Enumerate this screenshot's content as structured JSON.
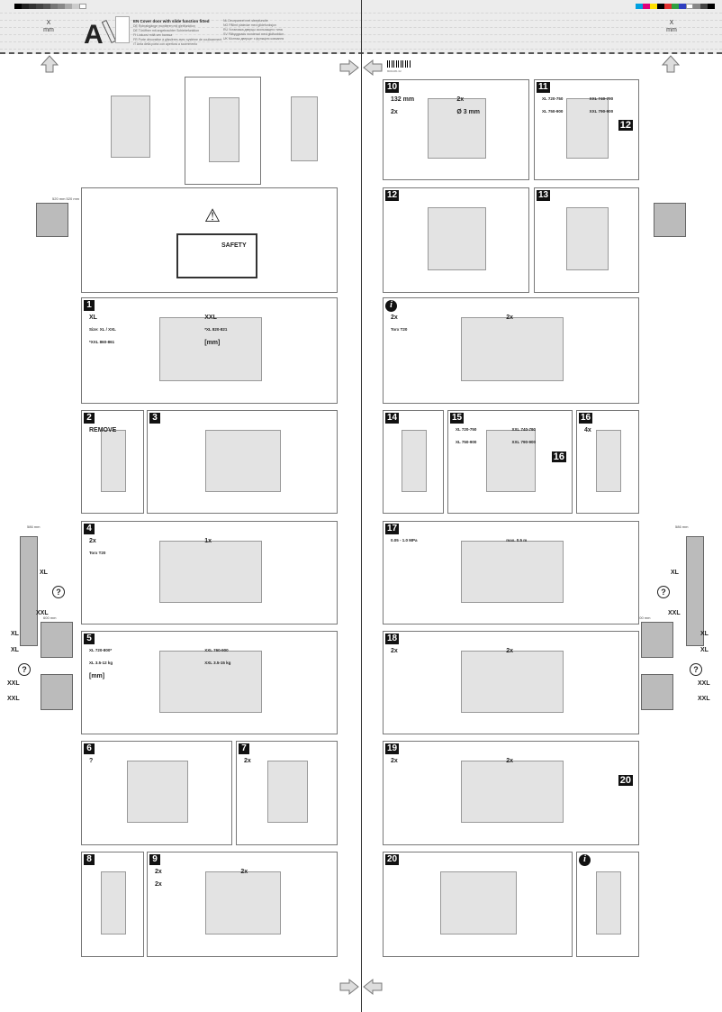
{
  "header": {
    "letter": "A",
    "title": "EN Cover door with slide function fitted",
    "languages_left": [
      "DE Rohrabgänge montieren mit gleitfunktion",
      "DE Türöffner mit angebrachter Schiebefunktion",
      "FI Liukuovi mitä sen kanssa",
      "FR Porte décorative à glissières avec système de coulissement",
      "IT Anta della porta con apertura a scorrimento"
    ],
    "languages_right": [
      "NL Deurpaneel met sleepfunctie",
      "NO Pålimt platedør med glidefunksjon",
      "RU Установка дверцы скользящего типа",
      "SV Påbyggnads monterad med glidfunktion",
      "UK Монтаж дверцят з функцією ковзання"
    ],
    "measure_x": "X",
    "measure_unit": "mm",
    "barcode_number": "8001081 02"
  },
  "colors": {
    "accent": "#111111",
    "panel_border": "#777777",
    "header_bg": "#ececec"
  },
  "safety": {
    "label": "SAFETY"
  },
  "left_side": {
    "dim_top": "520 mm 520 mm",
    "dim_mid": "586 mm",
    "dim_low": "600 mm",
    "xl": "XL",
    "xxl": "XXL",
    "q": "?"
  },
  "right_side": {
    "dim_mid": "586 mm",
    "dim_low": "600 mm",
    "xl": "XL",
    "xxl": "XXL",
    "q": "?"
  },
  "panels": [
    {
      "id": "tools",
      "step": "",
      "labels": []
    },
    {
      "id": "door",
      "step": "",
      "labels": []
    },
    {
      "id": "parts",
      "step": "",
      "labels": []
    },
    {
      "id": "safety",
      "step": "",
      "labels": []
    },
    {
      "id": "1",
      "step": "1",
      "labels": [
        "XL",
        "XXL",
        "Size: XL / XXL",
        "*XL 820-821",
        "*XXL 860-861",
        "[mm]"
      ]
    },
    {
      "id": "2",
      "step": "2",
      "labels": [
        "REMOVE"
      ]
    },
    {
      "id": "3",
      "step": "3",
      "labels": []
    },
    {
      "id": "4",
      "step": "4",
      "labels": [
        "2x",
        "1x",
        "Torx T20"
      ]
    },
    {
      "id": "5",
      "step": "5",
      "labels": [
        "XL 720-800*",
        "XXL 760-900",
        "XL 3.5-12 kg",
        "XXL 3.5-15 kg",
        "[mm]"
      ]
    },
    {
      "id": "6",
      "step": "6",
      "labels": [
        "?"
      ]
    },
    {
      "id": "7",
      "step": "7",
      "labels": [
        "2x"
      ]
    },
    {
      "id": "8",
      "step": "8",
      "labels": []
    },
    {
      "id": "9",
      "step": "9",
      "labels": [
        "2x",
        "2x",
        "2x"
      ]
    },
    {
      "id": "10",
      "step": "10",
      "labels": [
        "132 mm",
        "2x",
        "2x",
        "Ø 3 mm"
      ]
    },
    {
      "id": "11",
      "step": "11",
      "labels": [
        "XL 720-750",
        "XXL 740-790",
        "XL 750-900",
        "XXL 790-900",
        "12"
      ]
    },
    {
      "id": "12",
      "step": "12",
      "labels": []
    },
    {
      "id": "13",
      "step": "13",
      "labels": []
    },
    {
      "id": "info1",
      "step": "i",
      "labels": [
        "2x",
        "2x",
        "Torx T20"
      ]
    },
    {
      "id": "14",
      "step": "14",
      "labels": []
    },
    {
      "id": "15",
      "step": "15",
      "labels": [
        "XL 720-750",
        "XXL 740-790",
        "XL 750-900",
        "XXL 790-900",
        "16"
      ]
    },
    {
      "id": "16",
      "step": "16",
      "labels": [
        "4x"
      ]
    },
    {
      "id": "17",
      "step": "17",
      "labels": [
        "0.05 - 1.0 MPa",
        "max. 0.5 m"
      ]
    },
    {
      "id": "18",
      "step": "18",
      "labels": [
        "2x",
        "2x"
      ]
    },
    {
      "id": "19",
      "step": "19",
      "labels": [
        "2x",
        "2x",
        "20"
      ]
    },
    {
      "id": "20",
      "step": "20",
      "labels": []
    },
    {
      "id": "info2",
      "step": "i",
      "labels": []
    }
  ]
}
